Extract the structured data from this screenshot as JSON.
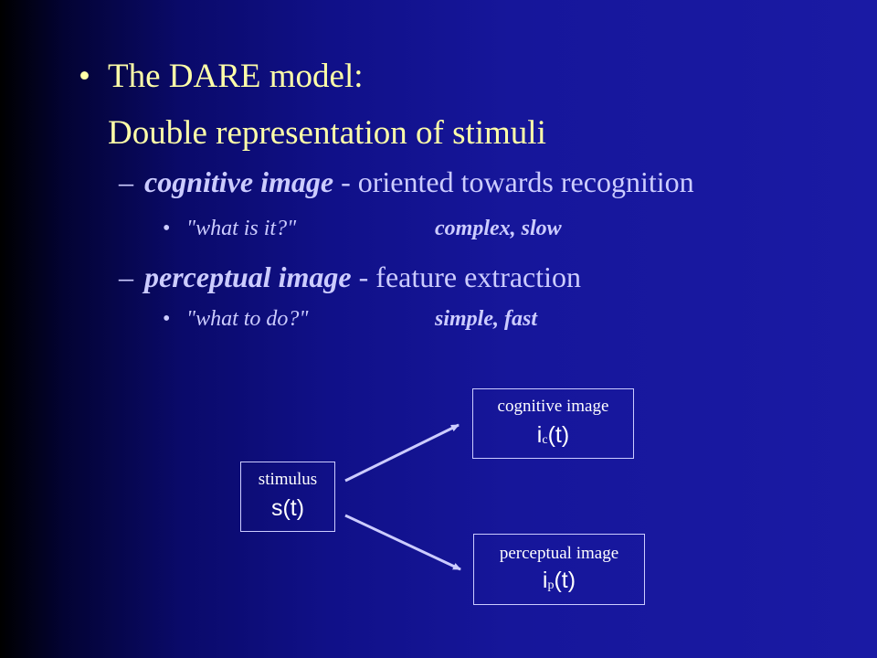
{
  "slide": {
    "heading_bullet": "•",
    "heading_line1": "The DARE model:",
    "heading_line2": "Double representation of stimuli",
    "dash": "–",
    "sub_bullet": "•",
    "item1": {
      "term": "cognitive image",
      "rest": " - oriented towards recognition",
      "question": "\"what is it?\"",
      "traits": "complex, slow"
    },
    "item2": {
      "term": "perceptual image",
      "rest": " - feature extraction",
      "question": "\"what to do?\"",
      "traits": "simple, fast"
    }
  },
  "diagram": {
    "stimulus": {
      "label": "stimulus",
      "symbol": "s(t)"
    },
    "cognitive": {
      "label": "cognitive image",
      "symbol_base": "i",
      "symbol_sub": "c",
      "symbol_arg": "(t)"
    },
    "perceptual": {
      "label": "perceptual image",
      "symbol_base": "i",
      "symbol_sub": "p",
      "symbol_arg": "(t)"
    }
  },
  "colors": {
    "heading": "#ffffa8",
    "body": "#ccccff",
    "box_text": "#ffffff",
    "arrow": "#ccccff"
  }
}
